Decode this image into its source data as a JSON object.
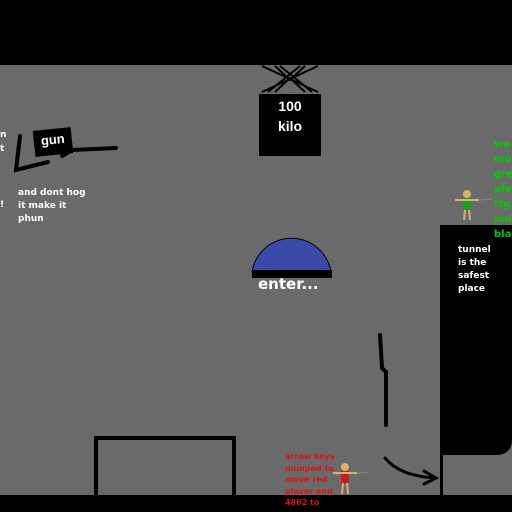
{
  "weight": {
    "line1": "100",
    "line2": "kilo"
  },
  "gun": {
    "label": "gun"
  },
  "hog_text": "and dont hog\nit make it\nphun",
  "left_edge_text": "n\nt\n\n\n\n!",
  "enter_text": "enter...",
  "tunnel_text": "tunnel\nis the\nsafest\nplace",
  "green_text": "wa\nmo\ngre\npla\ntfg\nmo\nbla",
  "red_text": "arrow keys\nnumpad to\nmove red\nplayer and\n4862 to",
  "colors": {
    "background": "#6a6a6a",
    "bars": "#000000",
    "dome": "#3a4aa8",
    "green_player": "#1aa01a",
    "red_player": "#cc1a1a",
    "skin": "#d8b070",
    "green_text": "#00cc00",
    "red_text": "#e01010"
  }
}
